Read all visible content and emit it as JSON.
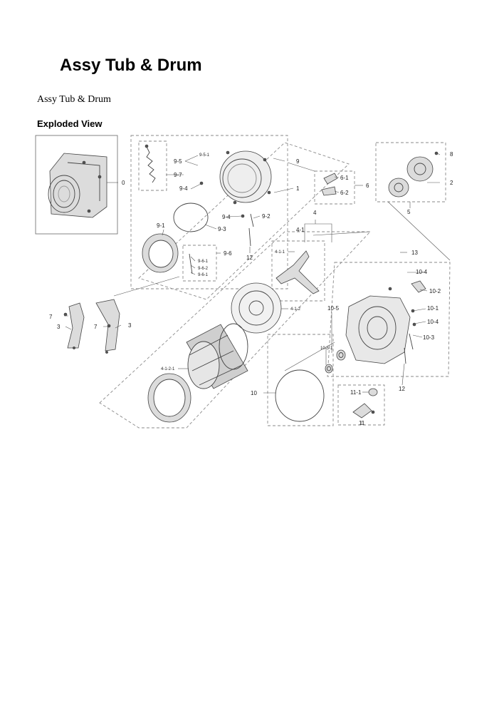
{
  "page": {
    "title": "Assy Tub & Drum",
    "subtitle": "Assy Tub & Drum",
    "section": "Exploded View"
  },
  "diagram": {
    "labels": {
      "0": "0",
      "1": "1",
      "2": "2",
      "3a": "3",
      "3b": "3",
      "4": "4",
      "4-1": "4-1",
      "4-1-1": "4-1-1",
      "4-1-2": "4-1-2",
      "4-1-2-1": "4-1-2-1",
      "5": "5",
      "6": "6",
      "6-1": "6-1",
      "6-2": "6-2",
      "7a": "7",
      "7b": "7",
      "8": "8",
      "9": "9",
      "9-1": "9-1",
      "9-2": "9-2",
      "9-3": "9-3",
      "9-4a": "9-4",
      "9-4b": "9-4",
      "9-5": "9-5",
      "9-5-1": "9-5-1",
      "9-6": "9-6",
      "9-6-1a": "9-6-1",
      "9-6-2": "9-6-2",
      "9-6-1b": "9-6-1",
      "9-7": "9-7",
      "10": "10",
      "10-1": "10-1",
      "10-2": "10-2",
      "10-3": "10-3",
      "10-4a": "10-4",
      "10-4b": "10-4",
      "10-5": "10-5",
      "10-5-1": "10-5-1",
      "11": "11",
      "11-1": "11-1",
      "12a": "12",
      "12b": "12",
      "13": "13"
    }
  }
}
